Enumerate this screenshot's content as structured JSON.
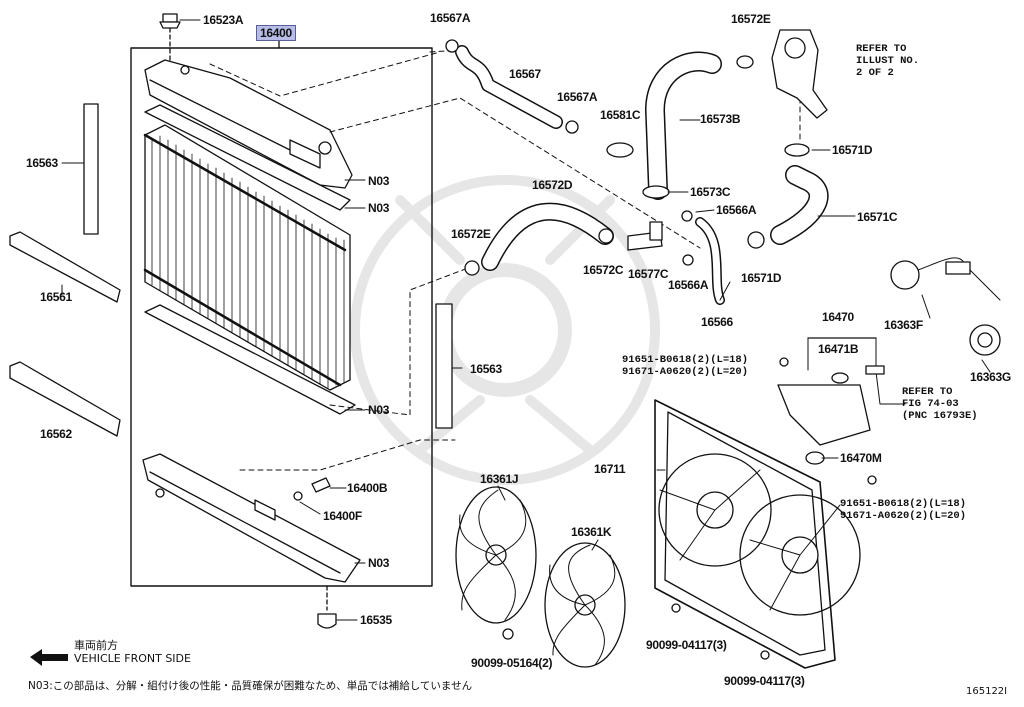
{
  "diagram": {
    "part_labels": {
      "p16523A": "16523A",
      "p16400": "16400",
      "p16567A_top": "16567A",
      "p16567": "16567",
      "p16567A_mid": "16567A",
      "p16572E_top": "16572E",
      "p16581C": "16581C",
      "p16573B": "16573B",
      "p16571D_top": "16571D",
      "p16563_left": "16563",
      "p16561": "16561",
      "p16562": "16562",
      "n03_a": "N03",
      "n03_b": "N03",
      "n03_c": "N03",
      "n03_d": "N03",
      "p16572D": "16572D",
      "p16573C": "16573C",
      "p16566A": "16566A",
      "p16571C": "16571C",
      "p16572E_mid": "16572E",
      "p16572C": "16572C",
      "p16577C": "16577C",
      "p16566A_b": "16566A",
      "p16571D_b": "16571D",
      "p16566": "16566",
      "p16363F": "16363F",
      "p16363G": "16363G",
      "p16470": "16470",
      "p16471B": "16471B",
      "p16563_mid": "16563",
      "p16400B": "16400B",
      "p16400F": "16400F",
      "p16711": "16711",
      "p16470M": "16470M",
      "p16361J": "16361J",
      "p16361K": "16361K",
      "p16535": "16535",
      "p90099_05164": "90099-05164(2)",
      "p90099_04117a": "90099-04117(3)",
      "p90099_04117b": "90099-04117(3)"
    },
    "refer_top": "REFER TO\nILLUST NO.\n2 OF 2",
    "refer_mid": "REFER TO\nFIG 74-03\n(PNC 16793E)",
    "bolt_spec_1a": "91651-B0618(2)(L=18)",
    "bolt_spec_1b": "91671-A0620(2)(L=20)",
    "bolt_spec_2a": "91651-B0618(2)(L=18)",
    "bolt_spec_2b": "91671-A0620(2)(L=20)",
    "direction_jp": "車両前方",
    "direction_en": "VEHICLE FRONT SIDE",
    "footnote": "N03:この部品は、分解・組付け後の性能・品質確保が困難なため、単品では補給していません",
    "figure_id": "165122I",
    "highlight_color": "#b7bde6"
  }
}
